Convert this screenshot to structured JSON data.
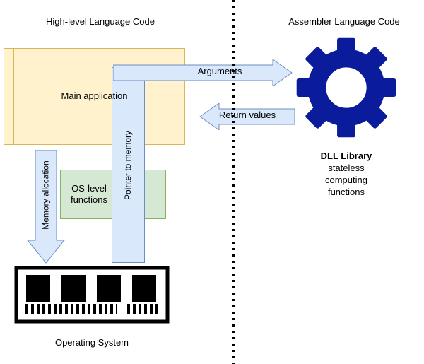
{
  "titles": {
    "left": "High-level Language Code",
    "right": "Assembler Language Code"
  },
  "shapes": {
    "main_app": "Main application",
    "os_functions": "OS-level functions",
    "memory_allocation": "Memory allocation",
    "pointer_to_memory": "Pointer to memory",
    "arguments": "Arguments",
    "return_values": "Return values",
    "operating_system": "Operating System"
  },
  "dll": {
    "title": "DLL Library",
    "lines": [
      "stateless",
      "computing",
      "functions"
    ]
  },
  "colors": {
    "box_yellow_fill": "#FFF2CC",
    "box_yellow_border": "#D6B656",
    "box_green_fill": "#D5E8D4",
    "box_green_border": "#82B366",
    "arrow_blue_fill": "#DAE8FC",
    "arrow_blue_border": "#6C8EBF",
    "gear_navy": "#0A1B9B"
  }
}
